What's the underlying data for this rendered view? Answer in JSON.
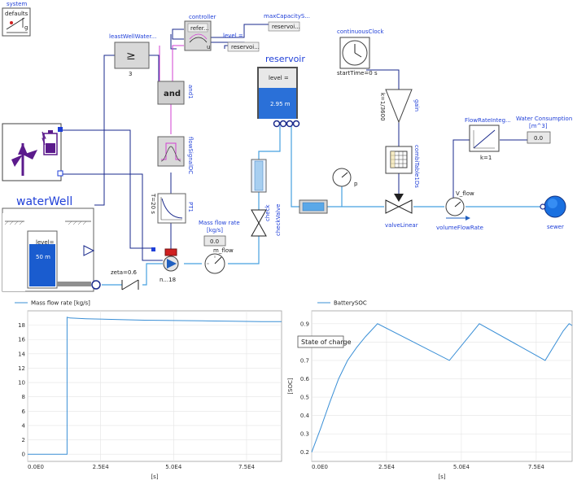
{
  "diagram": {
    "system_label": "system",
    "defaults_label": "defaults",
    "g_label": "g",
    "controller_label": "controller",
    "max_capacity_label": "maxCapacityS...",
    "reservoir_level_label": "level =",
    "reservoir_ref1": "reservoi...",
    "reservoir_ref2": "reservoi...",
    "refer_label": "refer...",
    "u_label": "u",
    "least_well_label": "leastWellWater...",
    "ge_symbol": "≥",
    "three_label": "3",
    "and_symbol": "and",
    "and_name": "and1",
    "flow_dc_name": "flowSignalDC",
    "pt1_name": "PT1",
    "pt1_param": "T=20 s",
    "mass_flow_title": "Mass flow rate",
    "mass_flow_unit": "[kg/s]",
    "mass_flow_value": "0.0",
    "m_flow_label": "m_flow",
    "pump_name": "n...18",
    "zeta_label": "zeta=0.6",
    "waterwell_title": "waterWell",
    "well_level_label": "level=",
    "well_level_value": "50 m",
    "reservoir_title": "reservoir",
    "reservoir_level_value": "2.95 m",
    "check_label": "check",
    "check_valve_label": "checkValve",
    "continuous_clock_label": "continuousClock",
    "start_time_label": "startTime=0 s",
    "gain_name": "gain",
    "gain_param": "k=1/3600",
    "comb_table_label": "combiTable1Ds",
    "p_label": "p",
    "valve_linear_label": "valveLinear",
    "v_flow_label": "V_flow",
    "volume_flow_label": "volumeFlowRate",
    "flow_integ_label": "FlowRateInteg...",
    "k1_label": "k=1",
    "water_consumption_title": "Water Consumption",
    "water_consumption_unit": "[m^3]",
    "water_consumption_value": "0.0",
    "sewer_label": "sewer"
  },
  "chart_data": [
    {
      "type": "line",
      "title": "",
      "legend": "top-left",
      "series": [
        {
          "name": "Mass flow rate [kg/s]",
          "color": "#3a8fd6",
          "x": [
            0,
            13500,
            13500,
            14500,
            20000,
            30000,
            40000,
            50000,
            60000,
            70000,
            80000,
            87000
          ],
          "values": [
            0,
            0,
            19.1,
            19.0,
            18.9,
            18.8,
            18.7,
            18.65,
            18.6,
            18.55,
            18.5,
            18.5
          ]
        }
      ],
      "xlabel": "[s]",
      "ylabel": "",
      "xlim": [
        0,
        87000
      ],
      "ylim": [
        -1,
        20
      ],
      "xticks": [
        0,
        25000,
        50000,
        75000
      ],
      "xtick_labels": [
        "0.0E0",
        "2.5E4",
        "5.0E4",
        "7.5E4"
      ],
      "yticks": [
        0,
        2,
        4,
        6,
        8,
        10,
        12,
        14,
        16,
        18
      ],
      "ytick_labels": [
        "0",
        "2",
        "4",
        "6",
        "8",
        "10",
        "12",
        "14",
        "16",
        "18"
      ],
      "grid": true
    },
    {
      "type": "line",
      "title": "",
      "legend": "top-left",
      "annotation": "State of charge",
      "series": [
        {
          "name": "BatterySOC",
          "color": "#3a8fd6",
          "x": [
            0,
            3000,
            6000,
            9000,
            12000,
            15000,
            18000,
            22000,
            46000,
            52000,
            56000,
            78000,
            84000,
            86000,
            87000
          ],
          "values": [
            0.2,
            0.33,
            0.47,
            0.6,
            0.7,
            0.77,
            0.83,
            0.9,
            0.7,
            0.82,
            0.9,
            0.7,
            0.86,
            0.9,
            0.89
          ]
        }
      ],
      "xlabel": "[s]",
      "ylabel": "[SOC]",
      "xlim": [
        0,
        87000
      ],
      "ylim": [
        0.15,
        0.97
      ],
      "xticks": [
        0,
        25000,
        50000,
        75000
      ],
      "xtick_labels": [
        "0.0E0",
        "2.5E4",
        "5.0E4",
        "7.5E4"
      ],
      "yticks": [
        0.2,
        0.3,
        0.4,
        0.5,
        0.6,
        0.7,
        0.8,
        0.9
      ],
      "ytick_labels": [
        "0.2",
        "0.3",
        "0.4",
        "0.5",
        "0.6",
        "0.7",
        "0.8",
        "0.9"
      ],
      "grid": true
    }
  ]
}
